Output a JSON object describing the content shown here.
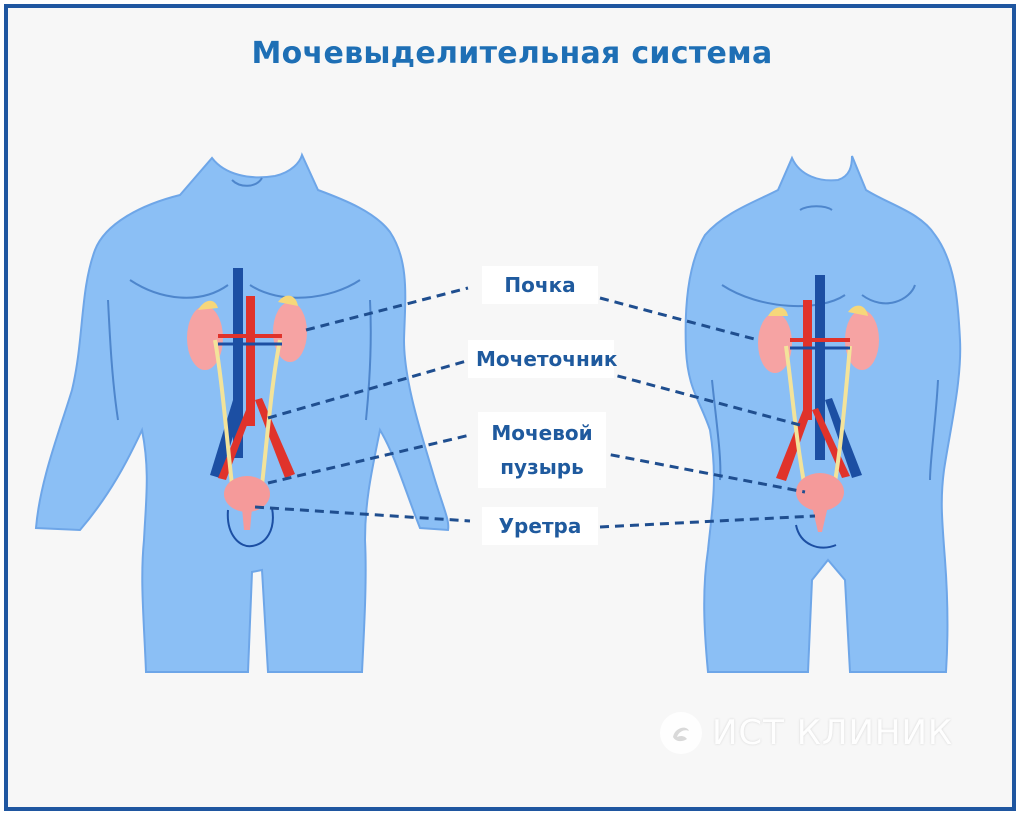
{
  "title": "Мочевыделительная система",
  "labels": {
    "kidney": "Почка",
    "ureter": "Мочеточник",
    "bladder": "Мочевой пузырь",
    "urethra": "Уретра"
  },
  "watermark": "ИСТ КЛИНИК",
  "colors": {
    "frame": "#1f56a0",
    "title": "#1e6fb5",
    "body": "#8bbff5",
    "body_outline": "#4e86cc",
    "kidney": "#f6a3a3",
    "adrenal": "#f6d77a",
    "ureter": "#f3e39a",
    "artery": "#e0332b",
    "vein": "#1c4fa3",
    "bladder": "#f59a9a",
    "leader_line": "#1f4e8f"
  },
  "icons": [
    "watermark-logo-icon"
  ]
}
